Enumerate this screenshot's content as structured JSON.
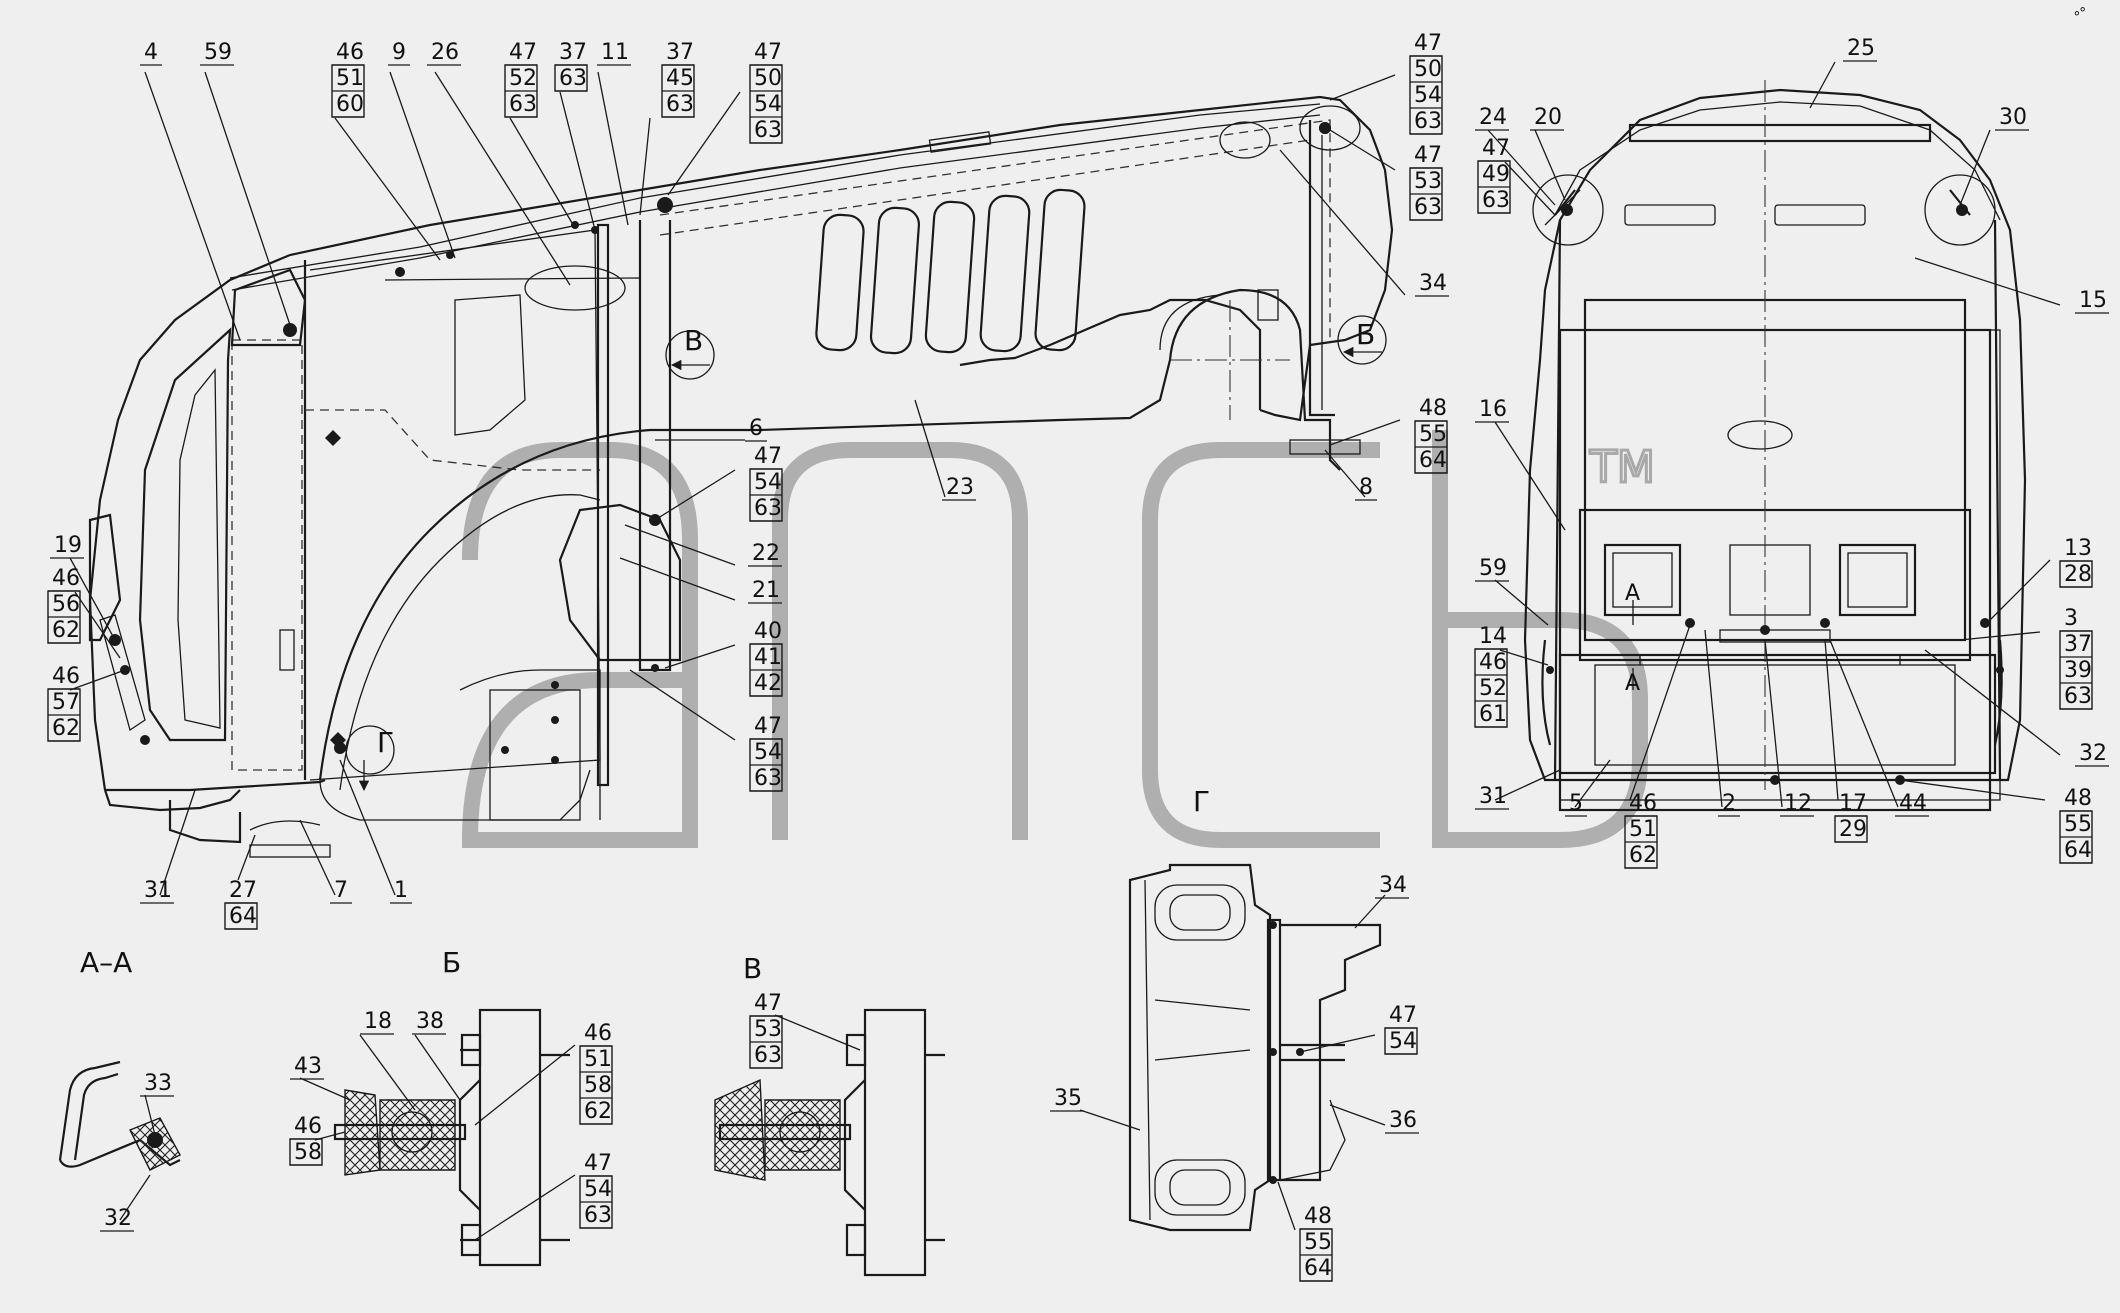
{
  "drawing": {
    "trademark": "TM",
    "corner_mark": "°°"
  },
  "section_titles": {
    "aa": "А–А",
    "b": "Б",
    "v": "В",
    "g": "Г"
  },
  "view_marks": {
    "b": "Б",
    "v": "В",
    "g": "Г",
    "a": "А"
  },
  "callouts": [
    {
      "id": "c-4",
      "values": [
        "4"
      ]
    },
    {
      "id": "c-59-top",
      "values": [
        "59"
      ]
    },
    {
      "id": "c-46-51-60",
      "values": [
        "46",
        "51",
        "60"
      ]
    },
    {
      "id": "c-9",
      "values": [
        "9"
      ]
    },
    {
      "id": "c-26",
      "values": [
        "26"
      ]
    },
    {
      "id": "c-47-52-63",
      "values": [
        "47",
        "52",
        "63"
      ]
    },
    {
      "id": "c-37-63",
      "values": [
        "37",
        "63"
      ]
    },
    {
      "id": "c-11",
      "values": [
        "11"
      ]
    },
    {
      "id": "c-37-45-63",
      "values": [
        "37",
        "45",
        "63"
      ]
    },
    {
      "id": "c-47-50-54-63-a",
      "values": [
        "47",
        "50",
        "54",
        "63"
      ]
    },
    {
      "id": "c-47-50-54-63-b",
      "values": [
        "47",
        "50",
        "54",
        "63"
      ]
    },
    {
      "id": "c-47-53-63-top",
      "values": [
        "47",
        "53",
        "63"
      ]
    },
    {
      "id": "c-34-top",
      "values": [
        "34"
      ]
    },
    {
      "id": "c-48-55-64-top",
      "values": [
        "48",
        "55",
        "64"
      ]
    },
    {
      "id": "c-8",
      "values": [
        "8"
      ]
    },
    {
      "id": "c-6",
      "values": [
        "6"
      ]
    },
    {
      "id": "c-23",
      "values": [
        "23"
      ]
    },
    {
      "id": "c-47-54-63-a",
      "values": [
        "47",
        "54",
        "63"
      ]
    },
    {
      "id": "c-22",
      "values": [
        "22"
      ]
    },
    {
      "id": "c-21",
      "values": [
        "21"
      ]
    },
    {
      "id": "c-40-41-42",
      "values": [
        "40",
        "41",
        "42"
      ]
    },
    {
      "id": "c-47-54-63-b",
      "values": [
        "47",
        "54",
        "63"
      ]
    },
    {
      "id": "c-19",
      "values": [
        "19"
      ]
    },
    {
      "id": "c-46-56-62",
      "values": [
        "46",
        "56",
        "62"
      ]
    },
    {
      "id": "c-46-57-62",
      "values": [
        "46",
        "57",
        "62"
      ]
    },
    {
      "id": "c-31-left",
      "values": [
        "31"
      ]
    },
    {
      "id": "c-27-64",
      "values": [
        "27",
        "64"
      ]
    },
    {
      "id": "c-7",
      "values": [
        "7"
      ]
    },
    {
      "id": "c-1",
      "values": [
        "1"
      ]
    },
    {
      "id": "c-25",
      "values": [
        "25"
      ]
    },
    {
      "id": "c-24",
      "values": [
        "24"
      ]
    },
    {
      "id": "c-20",
      "values": [
        "20"
      ]
    },
    {
      "id": "c-47-49-63",
      "values": [
        "47",
        "49",
        "63"
      ]
    },
    {
      "id": "c-30",
      "values": [
        "30"
      ]
    },
    {
      "id": "c-15",
      "values": [
        "15"
      ]
    },
    {
      "id": "c-16",
      "values": [
        "16"
      ]
    },
    {
      "id": "c-59-right",
      "values": [
        "59"
      ]
    },
    {
      "id": "c-13-28",
      "values": [
        "13",
        "28"
      ]
    },
    {
      "id": "c-3-37-39-63",
      "values": [
        "3",
        "37",
        "39",
        "63"
      ]
    },
    {
      "id": "c-14-46-52-61",
      "values": [
        "14",
        "46",
        "52",
        "61"
      ]
    },
    {
      "id": "c-32-right",
      "values": [
        "32"
      ]
    },
    {
      "id": "c-31-right",
      "values": [
        "31"
      ]
    },
    {
      "id": "c-5",
      "values": [
        "5"
      ]
    },
    {
      "id": "c-46-51-62",
      "values": [
        "46",
        "51",
        "62"
      ]
    },
    {
      "id": "c-2",
      "values": [
        "2"
      ]
    },
    {
      "id": "c-12",
      "values": [
        "12"
      ]
    },
    {
      "id": "c-17-29",
      "values": [
        "17",
        "29"
      ]
    },
    {
      "id": "c-44",
      "values": [
        "44"
      ]
    },
    {
      "id": "c-48-55-64-right",
      "values": [
        "48",
        "55",
        "64"
      ]
    },
    {
      "id": "c-33",
      "values": [
        "33"
      ]
    },
    {
      "id": "c-32-aa",
      "values": [
        "32"
      ]
    },
    {
      "id": "c-18",
      "values": [
        "18"
      ]
    },
    {
      "id": "c-38",
      "values": [
        "38"
      ]
    },
    {
      "id": "c-43",
      "values": [
        "43"
      ]
    },
    {
      "id": "c-46-58",
      "values": [
        "46",
        "58"
      ]
    },
    {
      "id": "c-46-51-58-62",
      "values": [
        "46",
        "51",
        "58",
        "62"
      ]
    },
    {
      "id": "c-47-54-63-c",
      "values": [
        "47",
        "54",
        "63"
      ]
    },
    {
      "id": "c-47-53-63-v",
      "values": [
        "47",
        "53",
        "63"
      ]
    },
    {
      "id": "c-34-g",
      "values": [
        "34"
      ]
    },
    {
      "id": "c-47-54-g",
      "values": [
        "47",
        "54"
      ]
    },
    {
      "id": "c-35",
      "values": [
        "35"
      ]
    },
    {
      "id": "c-36",
      "values": [
        "36"
      ]
    },
    {
      "id": "c-48-55-64-g",
      "values": [
        "48",
        "55",
        "64"
      ]
    }
  ]
}
